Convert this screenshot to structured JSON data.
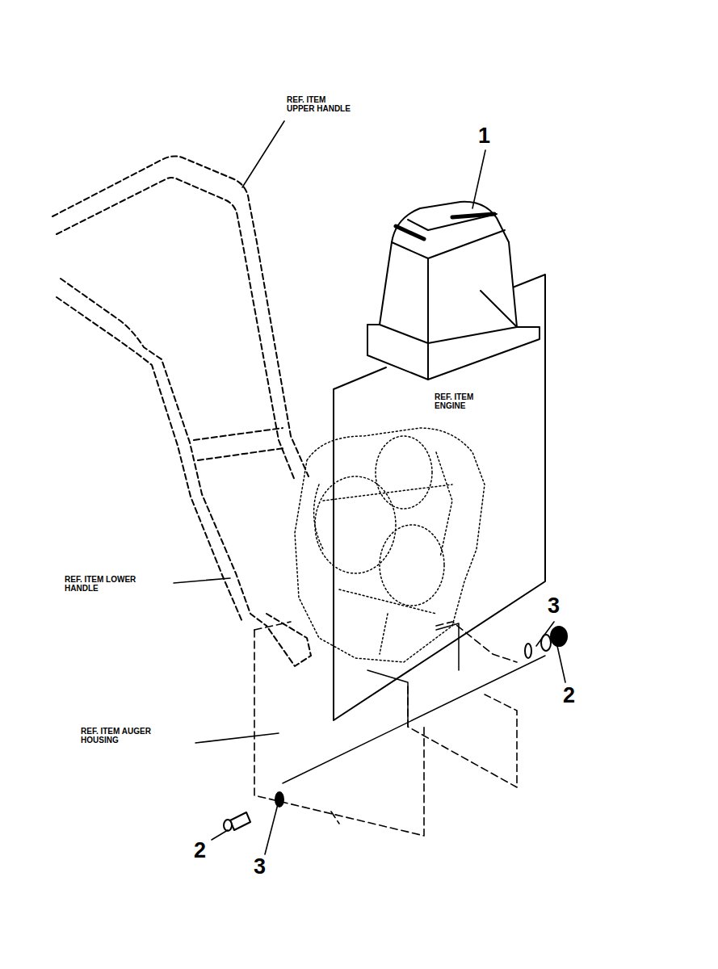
{
  "diagram": {
    "labels": [
      "REF. ITEM UPPER HANDLE",
      "1",
      "REF. ITEM ENGINE",
      "REF. ITEM LOWER HANDLE",
      "REF. ITEM AUGER HOUSING",
      "3",
      "2",
      "2",
      "3"
    ]
  }
}
